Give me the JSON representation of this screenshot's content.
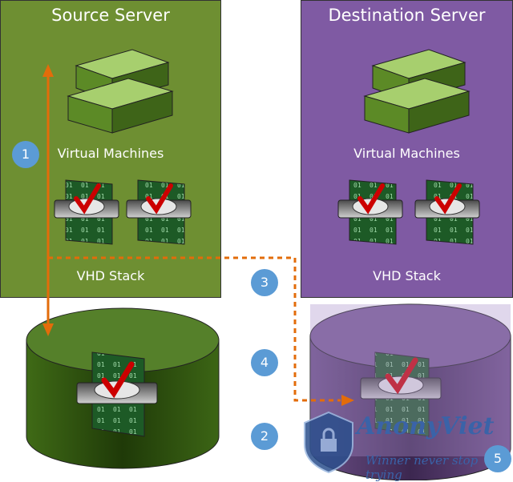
{
  "source": {
    "title": "Source Server",
    "vm_label": "Virtual Machines",
    "vhd_label": "VHD Stack",
    "color": "#6e8f32"
  },
  "destination": {
    "title": "Destination Server",
    "vm_label": "Virtual Machines",
    "vhd_label": "VHD Stack",
    "color": "#7f5aa3"
  },
  "steps": [
    "1",
    "2",
    "3",
    "4",
    "5"
  ],
  "arrow_color": "#e36c0a",
  "step_color": "#5b9bd5",
  "watermark": {
    "brand": "AnonyViet",
    "tagline": "Winner never stop trying"
  }
}
